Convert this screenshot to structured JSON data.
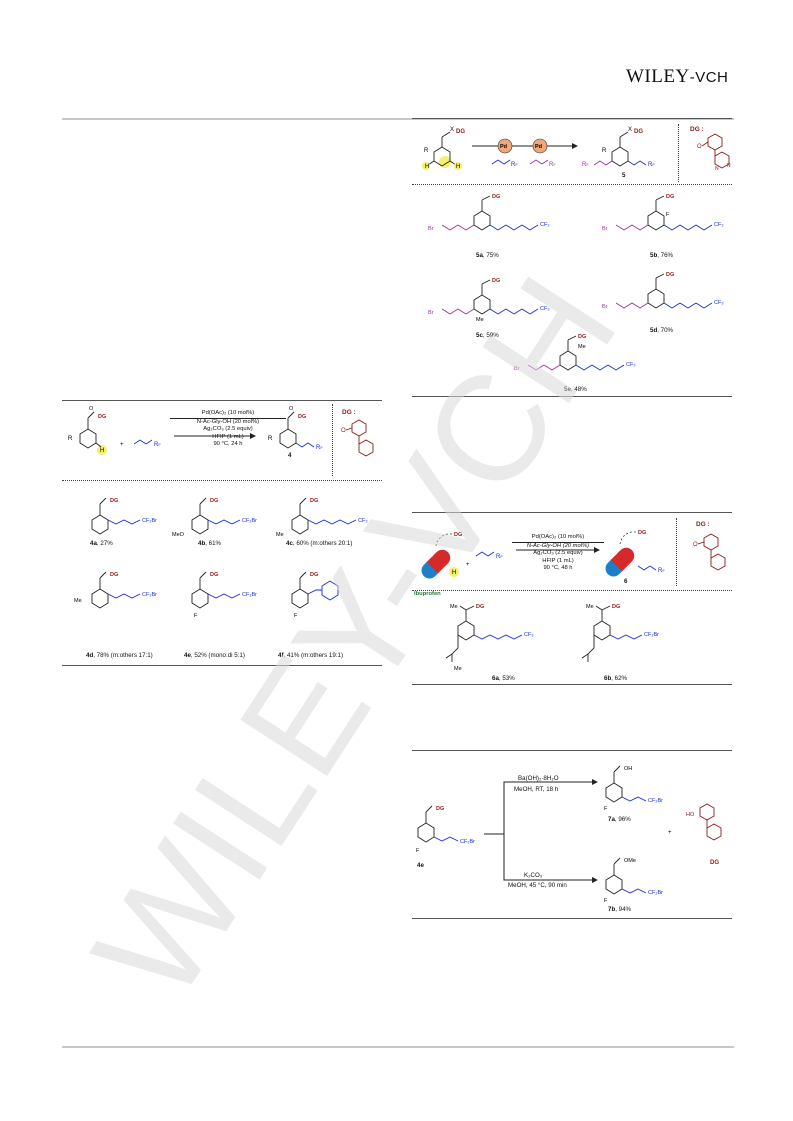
{
  "header": {
    "brand_main": "WILEY",
    "brand_suffix": "-VCH"
  },
  "watermark": {
    "text": "WILEY-VCH",
    "color": "#d9d9d9"
  },
  "scheme_top": {
    "arrow_reagent_1": "R",
    "arrow_reagent_1_sub": "F",
    "catalyst": "Pd",
    "product_label": "5",
    "dg_title": "DG :",
    "products": [
      {
        "id": "5a",
        "yield": ", 75%"
      },
      {
        "id": "5b",
        "yield": ", 76%"
      },
      {
        "id": "5c",
        "yield": ", 59%"
      },
      {
        "id": "5d",
        "yield": ", 70%"
      },
      {
        "id": "5e",
        "yield": ", 48%"
      }
    ]
  },
  "scheme_mid": {
    "conditions": [
      "Pd(OAc)",
      "N-Ac-Gly-OH (20 mol%)",
      "Ag",
      "HFIP (1 mL)",
      "90 °C, 24 h"
    ],
    "cond_line1": "Pd(OAc)₂ (10 mol%)",
    "cond_line3": "Ag₂CO₃ (2.5 equiv)",
    "product_label": "4",
    "dg_title": "DG :",
    "products": [
      {
        "id": "4a",
        "yield": ", 27%"
      },
      {
        "id": "4b",
        "yield": ", 61%"
      },
      {
        "id": "4c",
        "yield": ", 60% (m:others 20:1)"
      },
      {
        "id": "4d",
        "yield": ", 78% (m:others 17:1)"
      },
      {
        "id": "4e",
        "yield": ", 52% (mono:di 5:1)"
      },
      {
        "id": "4f",
        "yield": ", 41% (m:others 19:1)"
      }
    ]
  },
  "scheme_right": {
    "cond_line1": "Pd(OAc)₂ (10 mol%)",
    "cond_line2": "N-Ac-Gly-OH (20 mol%)",
    "cond_line3": "Ag₂CO₃ (2.5 equiv)",
    "cond_line4": "HFIP (1 mL)",
    "cond_line5": "90 °C, 48 h",
    "product_label": "6",
    "dg_title": "DG :",
    "drug_name": "Ibuprofen",
    "products": [
      {
        "id": "6a",
        "yield": ", 53%"
      },
      {
        "id": "6b",
        "yield": ", 62%"
      }
    ]
  },
  "scheme_bottom": {
    "substrate_label": "4e",
    "upper_reagent": "Ba(OH)₂·8H₂O",
    "upper_conditions": "MeOH, RT, 18 h",
    "lower_reagent": "K₂CO₃",
    "lower_conditions": "MeOH, 45 °C, 90 min",
    "product_a": {
      "id": "7a",
      "yield": ", 96%"
    },
    "product_b": {
      "id": "7b",
      "yield": ", 94%"
    },
    "plus": "+",
    "dg_label": "DG"
  }
}
